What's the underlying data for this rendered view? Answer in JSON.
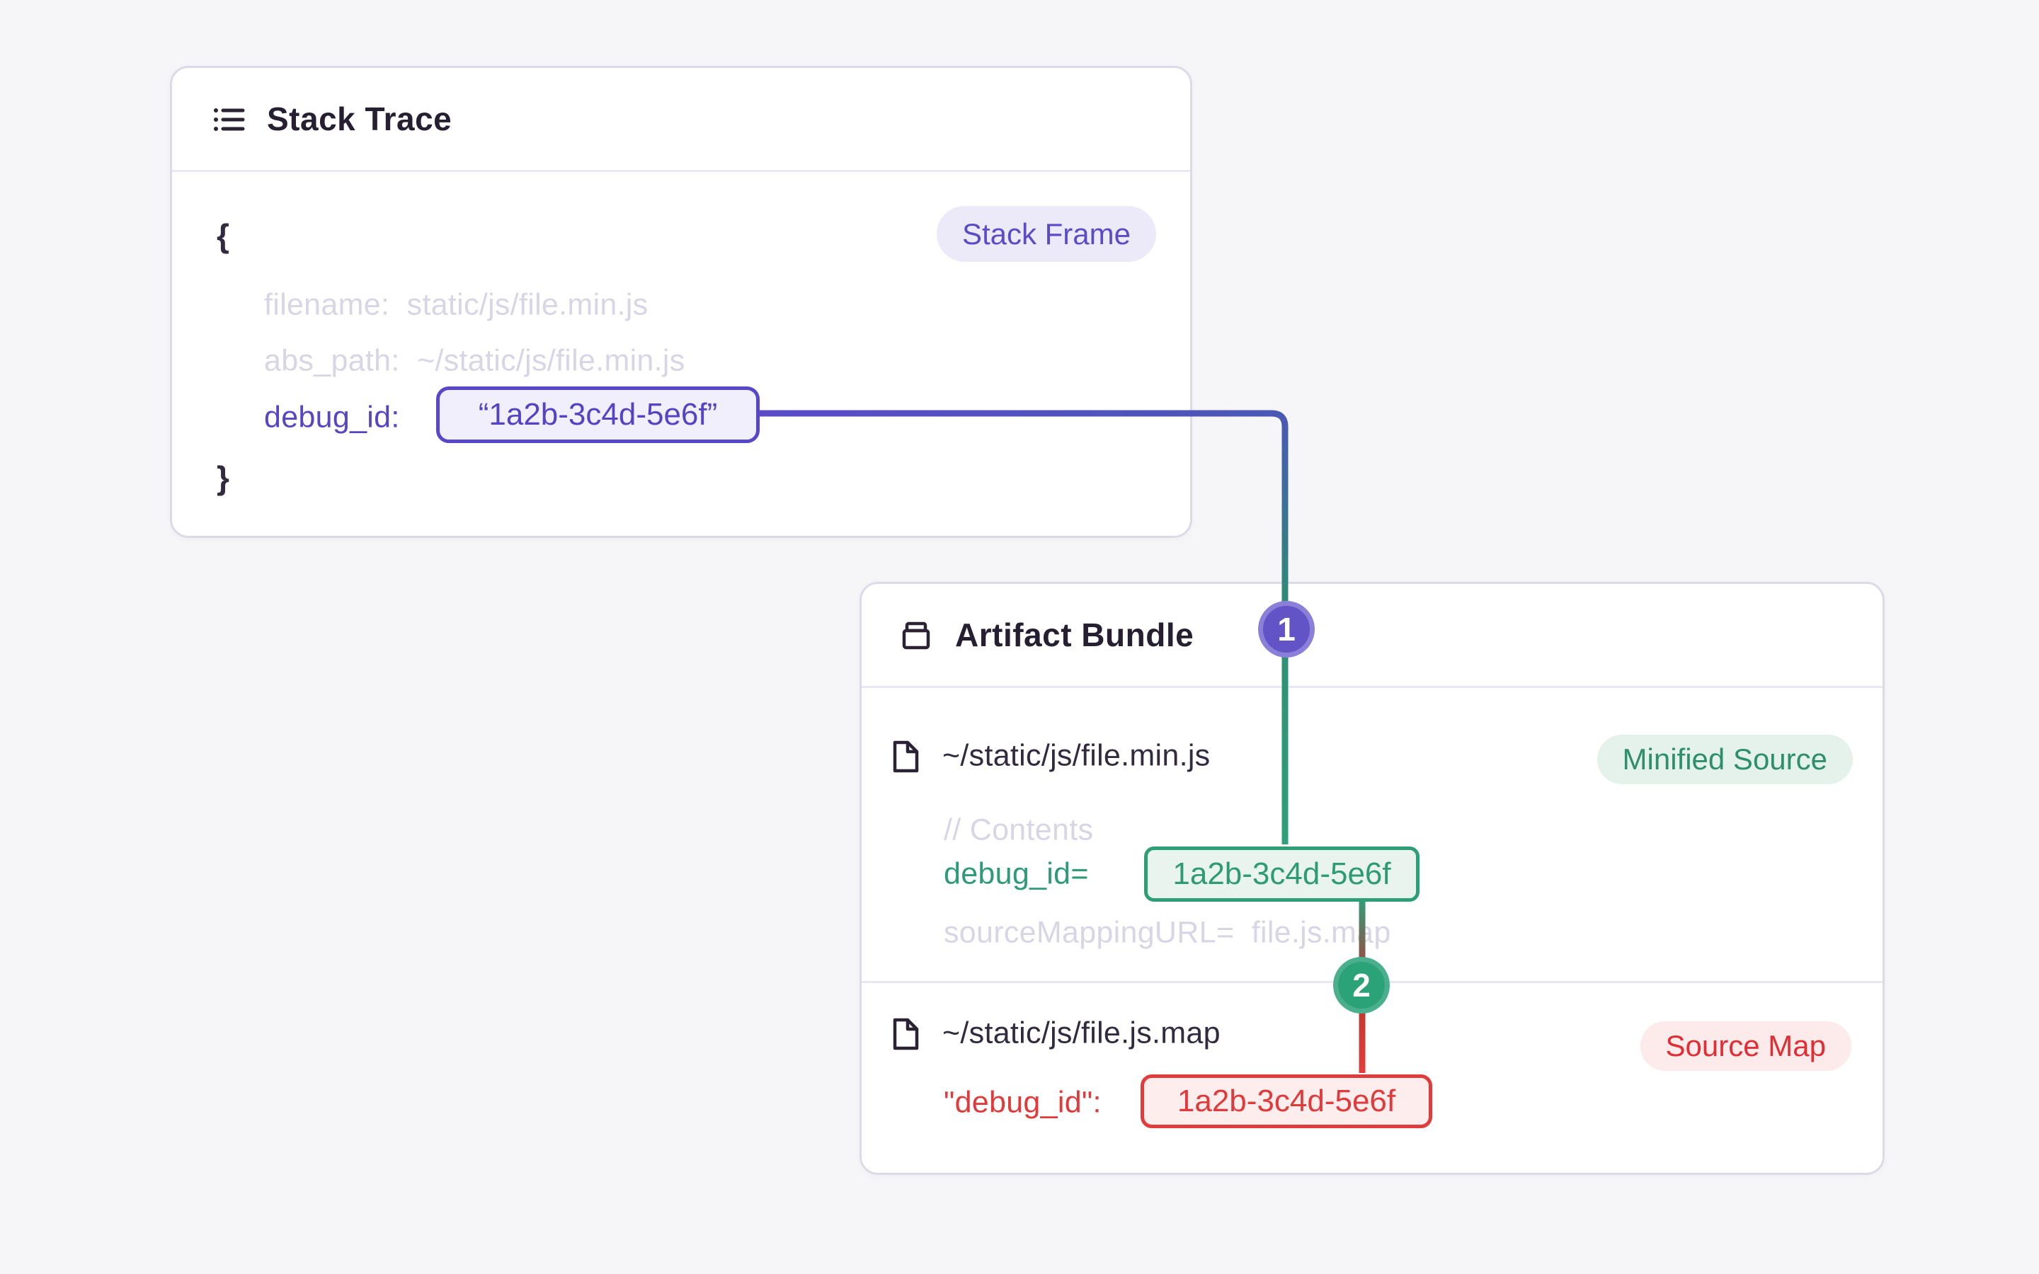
{
  "page": {
    "background": "#F6F6F9"
  },
  "colors": {
    "card_border": "#DDDAE8",
    "heading_text": "#261F31",
    "dark_text": "#322A3E",
    "muted_text": "#D8D5E5",
    "purple_accent": "#5646C5",
    "purple_badge_bg": "#ECEAF9",
    "green_accent": "#2E9B74",
    "green_badge_bg": "#E4F2EB",
    "red_accent": "#E03A3A",
    "red_badge_bg": "#FDEAEA",
    "step1_circle": "#6253C6",
    "step2_circle": "#2CA278"
  },
  "stack_trace_card": {
    "title": "Stack Trace",
    "badge": "Stack Frame",
    "brace_open": "{",
    "brace_close": "}",
    "filename_line": "filename:  static/js/file.min.js",
    "abs_path_line": "abs_path:  ~/static/js/file.min.js",
    "debug_id_label": "debug_id:",
    "debug_id_value": "“1a2b-3c4d-5e6f”"
  },
  "artifact_bundle_card": {
    "title": "Artifact Bundle",
    "files": [
      {
        "path": "~/static/js/file.min.js",
        "badge": "Minified Source",
        "comment": "// Contents",
        "debug_id_label": "debug_id=",
        "debug_id_value": "1a2b-3c4d-5e6f",
        "source_mapping_line": "sourceMappingURL=  file.js.map"
      },
      {
        "path": "~/static/js/file.js.map",
        "badge": "Source Map",
        "debug_id_label": "\"debug_id\":",
        "debug_id_value": "1a2b-3c4d-5e6f"
      }
    ]
  },
  "steps": {
    "one": "1",
    "two": "2"
  }
}
